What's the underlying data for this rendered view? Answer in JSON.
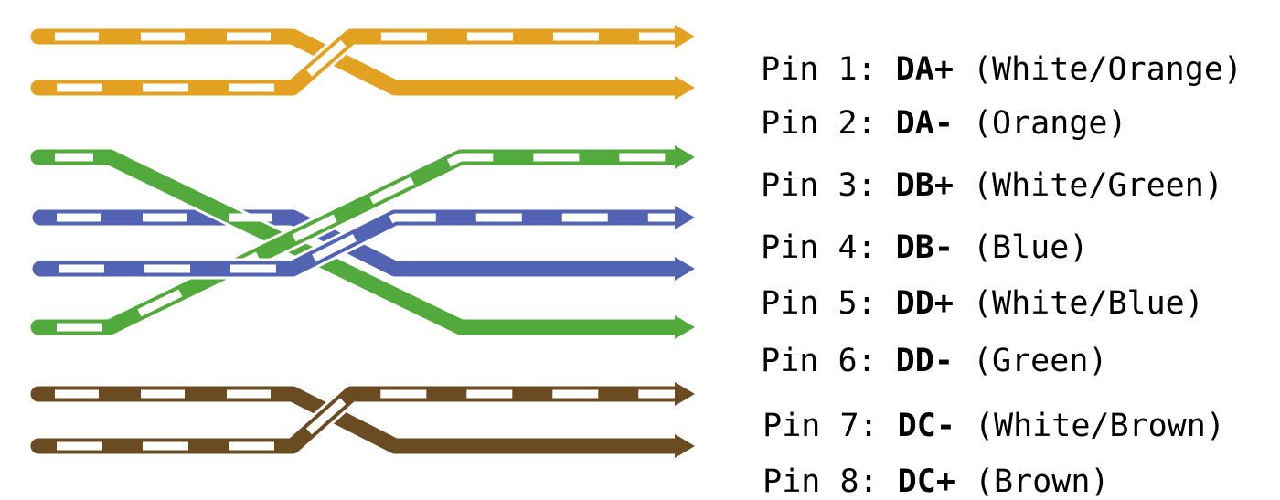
{
  "colors": {
    "orange": "#E2A121",
    "green": "#52AA3D",
    "blue": "#5163B2",
    "brown": "#6B4C22",
    "stripe": "#FFFFFF"
  },
  "pins": [
    {
      "prefix": "Pin 1: ",
      "signal": "DA+",
      "suffix": " (White/Orange)",
      "color_key": "orange",
      "striped_side": "right"
    },
    {
      "prefix": "Pin 2: ",
      "signal": "DA-",
      "suffix": " (Orange)",
      "color_key": "orange",
      "striped_side": "left"
    },
    {
      "prefix": "Pin 3: ",
      "signal": "DB+",
      "suffix": " (White/Green)",
      "color_key": "green",
      "striped_side": "right"
    },
    {
      "prefix": "Pin 4: ",
      "signal": "DB-",
      "suffix": " (Blue)",
      "color_key": "blue",
      "striped_side": "right"
    },
    {
      "prefix": "Pin 5: ",
      "signal": "DD+",
      "suffix": " (White/Blue)",
      "color_key": "blue",
      "striped_side": "left"
    },
    {
      "prefix": "Pin 6: ",
      "signal": "DD-",
      "suffix": " (Green)",
      "color_key": "green",
      "striped_side": "left"
    },
    {
      "prefix": "Pin 7: ",
      "signal": "DC-",
      "suffix": " (White/Brown)",
      "color_key": "brown",
      "striped_side": "right"
    },
    {
      "prefix": "Pin 8: ",
      "signal": "DC+",
      "suffix": " (Brown)",
      "color_key": "brown",
      "striped_side": "left"
    }
  ]
}
